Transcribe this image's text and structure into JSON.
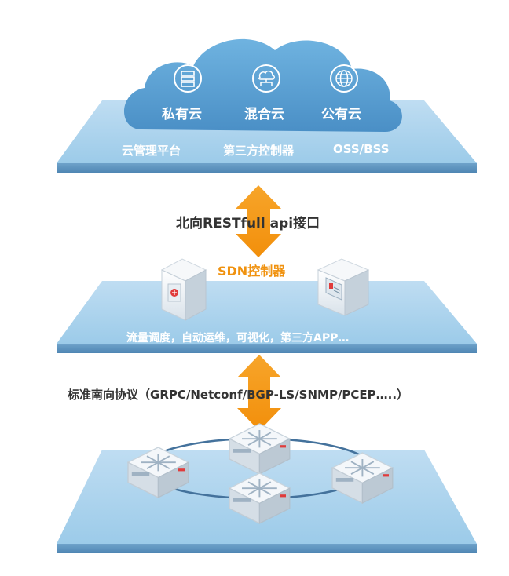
{
  "top_layer": {
    "clouds": [
      {
        "label": "私有云",
        "icon": "server-icon"
      },
      {
        "label": "混合云",
        "icon": "hybrid-cloud-icon"
      },
      {
        "label": "公有云",
        "icon": "globe-icon"
      }
    ],
    "items": [
      "云管理平台",
      "第三方控制器",
      "OSS/BSS"
    ]
  },
  "northbound_label": "北向RESTfull api接口",
  "middle_layer": {
    "title": "SDN控制器",
    "caption": "流量调度，自动运维，可视化，第三方APP…"
  },
  "southbound_label": "标准南向协议（GRPC/Netconf/BGP-LS/SNMP/PCEP…..）",
  "colors": {
    "layer_top": "#a9d2ec",
    "layer_side": "#5e93bd",
    "cloud": "#5a9ed0",
    "arrow": "#f49a17",
    "ring": "#44729c"
  }
}
